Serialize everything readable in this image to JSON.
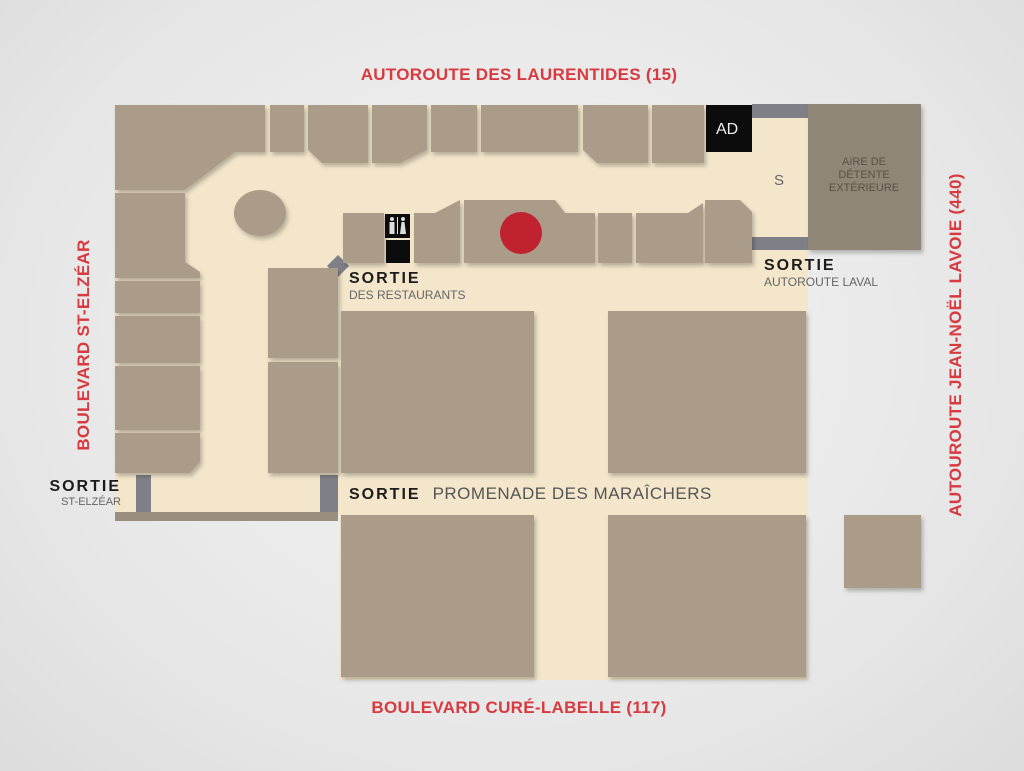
{
  "roads": {
    "north": "AUTOROUTE DES LAURENTIDES  (15)",
    "south": "BOULEVARD CURÉ-LABELLE  (117)",
    "west": "BOULEVARD ST-ELZÉAR",
    "east": "AUTOUROUTE JEAN-NOËL LAVOIE  (440)"
  },
  "exits": {
    "restaurants": {
      "title": "SORTIE",
      "sub": "DES RESTAURANTS"
    },
    "laval": {
      "title": "SORTIE",
      "sub": "AUTOROUTE LAVAL"
    },
    "elzear": {
      "title": "SORTIE",
      "sub": "ST-ELZÉAR"
    },
    "maraichers": {
      "title": "SORTIE",
      "sub": "PROMENADE DES MARAÎCHERS"
    }
  },
  "labels": {
    "ad": "AD",
    "s": "S",
    "aire": [
      "AIRE DE",
      "DÉTENTE",
      "EXTÉRIEURE"
    ]
  },
  "icons": {
    "restroom": "restroom-icon",
    "you_are_here": "location-marker"
  },
  "colors": {
    "road": "#d83a40",
    "floor": "#f3e6cb",
    "shop": "#ab9c89",
    "marker": "#c0222f",
    "wall": "#7f7f87"
  }
}
